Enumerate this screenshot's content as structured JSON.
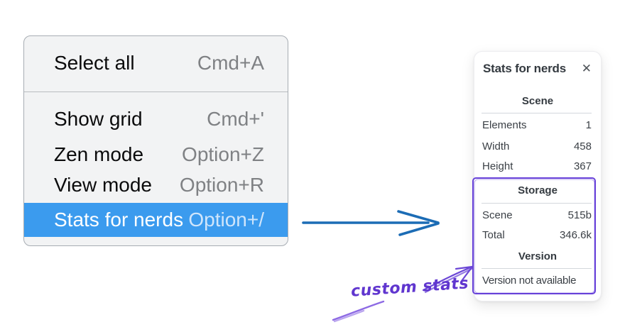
{
  "colors": {
    "menu_highlight": "#3b9bee",
    "menu_background": "#f2f3f4",
    "arrow_blue": "#1c6cb5",
    "annotation_purple": "#6741d9"
  },
  "context_menu": {
    "items": [
      {
        "label": "Select all",
        "shortcut": "Cmd+A",
        "highlighted": false
      },
      {
        "label": "Show grid",
        "shortcut": "Cmd+'",
        "highlighted": false
      },
      {
        "label": "Zen mode",
        "shortcut": "Option+Z",
        "highlighted": false
      },
      {
        "label": "View mode",
        "shortcut": "Option+R",
        "highlighted": false
      },
      {
        "label": "Stats for nerds",
        "shortcut": "Option+/",
        "highlighted": true
      }
    ]
  },
  "stats_panel": {
    "title": "Stats for nerds",
    "icons": {
      "close": "✕"
    },
    "sections": {
      "scene": {
        "heading": "Scene",
        "rows": [
          {
            "label": "Elements",
            "value": "1"
          },
          {
            "label": "Width",
            "value": "458"
          },
          {
            "label": "Height",
            "value": "367"
          }
        ]
      },
      "storage": {
        "heading": "Storage",
        "rows": [
          {
            "label": "Scene",
            "value": "515b"
          },
          {
            "label": "Total",
            "value": "346.6k"
          }
        ]
      },
      "version": {
        "heading": "Version",
        "note": "Version not available"
      }
    }
  },
  "annotation": {
    "label": "custom stats"
  }
}
